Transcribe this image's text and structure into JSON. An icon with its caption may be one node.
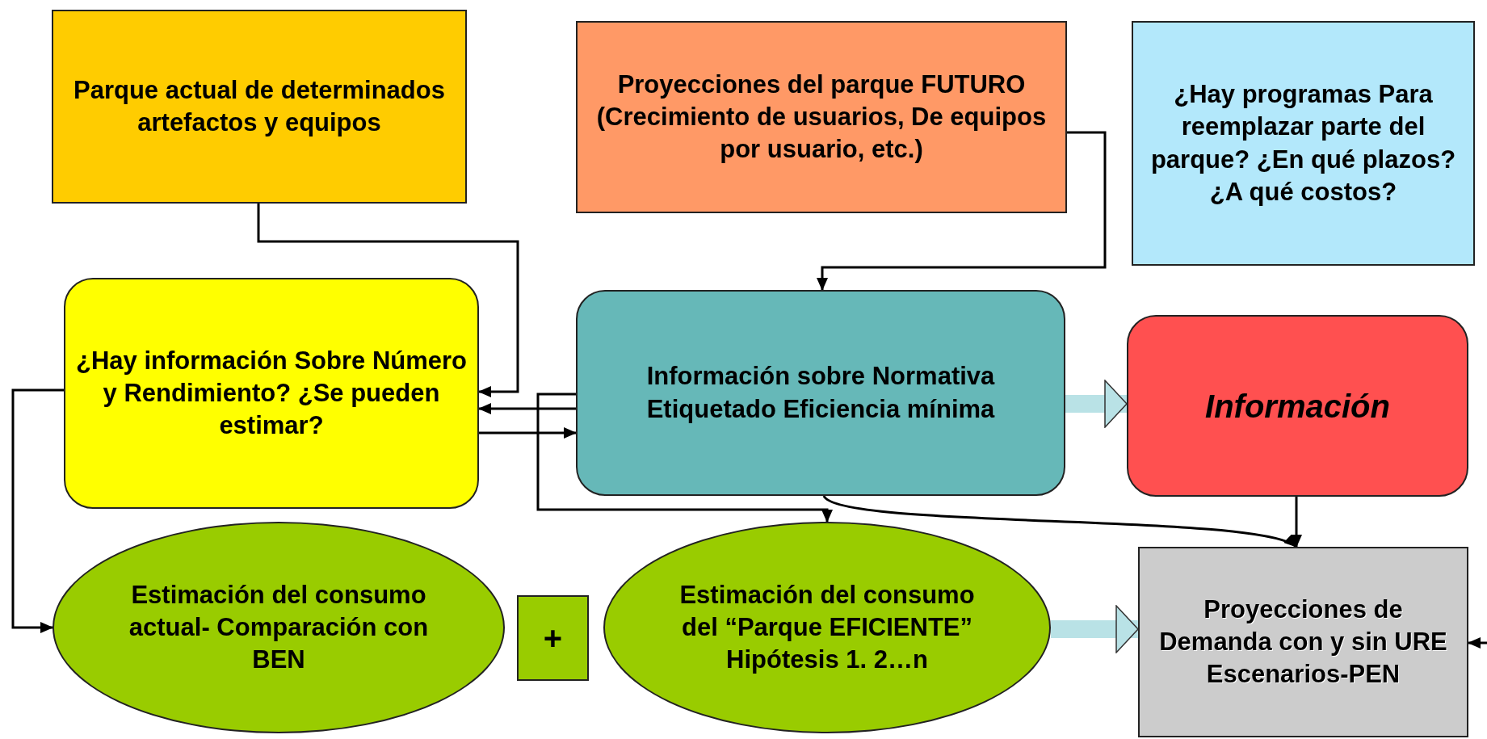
{
  "diagram": {
    "nodes": [
      {
        "text": [
          "Parque actual de determinados artefactos y equipos"
        ]
      },
      {
        "text": [
          "Proyecciones del parque FUTURO (Crecimiento de usuarios, De equipos por usuario, etc.)"
        ]
      },
      {
        "text": [
          "¿Hay programas Para reemplazar parte del parque? ¿En qué plazos? ¿A qué costos?"
        ]
      },
      {
        "text": [
          "¿Hay información Sobre Número y Rendimiento? ¿Se pueden estimar?"
        ]
      },
      {
        "text": [
          "Información sobre Normativa Etiquetado Eficiencia mínima"
        ]
      },
      {
        "text": [
          "Información"
        ]
      },
      {
        "text": [
          "Estimación del consumo actual- Comparación con BEN"
        ]
      },
      {
        "text": [
          "+"
        ]
      },
      {
        "text": [
          "Estimación del consumo del “Parque EFICIENTE” Hipótesis 1. 2…n"
        ]
      },
      {
        "text": [
          "Proyecciones de Demanda con y sin URE Escenarios-PEN"
        ]
      }
    ],
    "edges": [
      {
        "from": 0,
        "to": 3,
        "arrow": "to"
      },
      {
        "from": 4,
        "to": 3,
        "arrow": "to"
      },
      {
        "from": 3,
        "to": 4,
        "arrow": "to"
      },
      {
        "from": 1,
        "to": 4,
        "arrow": "to"
      },
      {
        "from": 3,
        "to": 6,
        "arrow": "to"
      },
      {
        "from": 4,
        "to": 8,
        "arrow": "to"
      },
      {
        "from": 4,
        "to": 9,
        "arrow": "to"
      },
      {
        "from": 5,
        "to": 9,
        "arrow": "to"
      },
      {
        "from": 4,
        "to": 5,
        "arrow": "to",
        "style": "thick",
        "color": "#b9e2e6"
      },
      {
        "from": 8,
        "to": 9,
        "arrow": "to",
        "style": "thick",
        "color": "#b9e2e6"
      },
      {
        "from": null,
        "to": 9,
        "arrow": "to"
      }
    ]
  }
}
